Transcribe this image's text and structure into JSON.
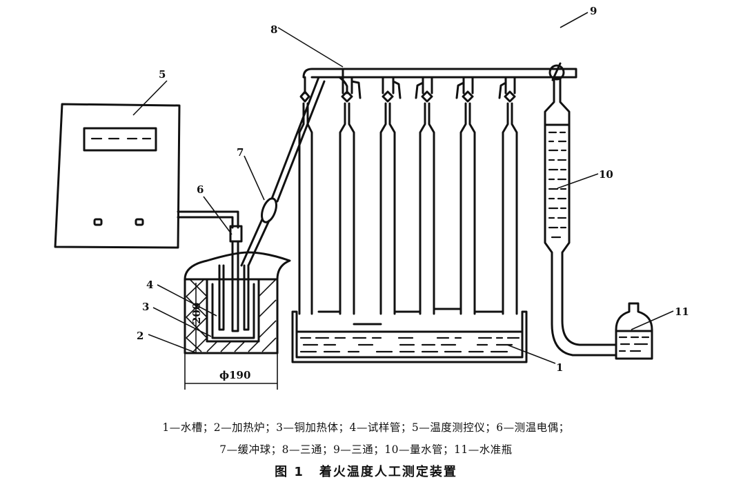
{
  "figure": {
    "number_label": "图 1",
    "title": "着火温度人工测定装置",
    "legend_lines": [
      "1—水槽；2—加热炉；3—铜加热体；4—试样管；5—温度测控仪；6—测温电偶；",
      "7—缓冲球；8—三通；9—三通；10—量水管；11—水准瓶"
    ],
    "legend": [
      {
        "id": "1",
        "name": "水槽"
      },
      {
        "id": "2",
        "name": "加热炉"
      },
      {
        "id": "3",
        "name": "铜加热体"
      },
      {
        "id": "4",
        "name": "试样管"
      },
      {
        "id": "5",
        "name": "温度测控仪"
      },
      {
        "id": "6",
        "name": "测温电偶"
      },
      {
        "id": "7",
        "name": "缓冲球"
      },
      {
        "id": "8",
        "name": "三通"
      },
      {
        "id": "9",
        "name": "三通"
      },
      {
        "id": "10",
        "name": "量水管"
      },
      {
        "id": "11",
        "name": "水准瓶"
      }
    ]
  },
  "callouts": {
    "c1": "1",
    "c2": "2",
    "c3": "3",
    "c4": "4",
    "c5": "5",
    "c6": "6",
    "c7": "7",
    "c8": "8",
    "c9": "9",
    "c10": "10",
    "c11": "11"
  },
  "dimensions": {
    "height": "200",
    "diameter": "ϕ190"
  },
  "components": {
    "sample_tube_count": 6,
    "controller_display": "- - - -"
  }
}
